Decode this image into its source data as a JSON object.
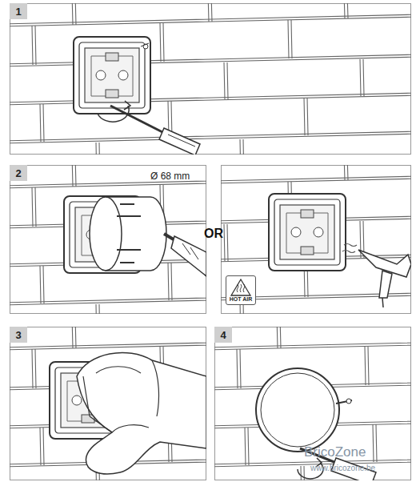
{
  "diagram": {
    "nodes": [
      {
        "text": [
          "1"
        ]
      },
      {
        "text": [
          "2"
        ]
      },
      {
        "text": [
          "3"
        ]
      },
      {
        "text": [
          "4"
        ]
      },
      {
        "text": [
          "HOT AIR"
        ]
      }
    ],
    "labels": [
      "Ø 68 mm",
      "OR",
      "BricoZone",
      "www.bricozone.be"
    ]
  }
}
